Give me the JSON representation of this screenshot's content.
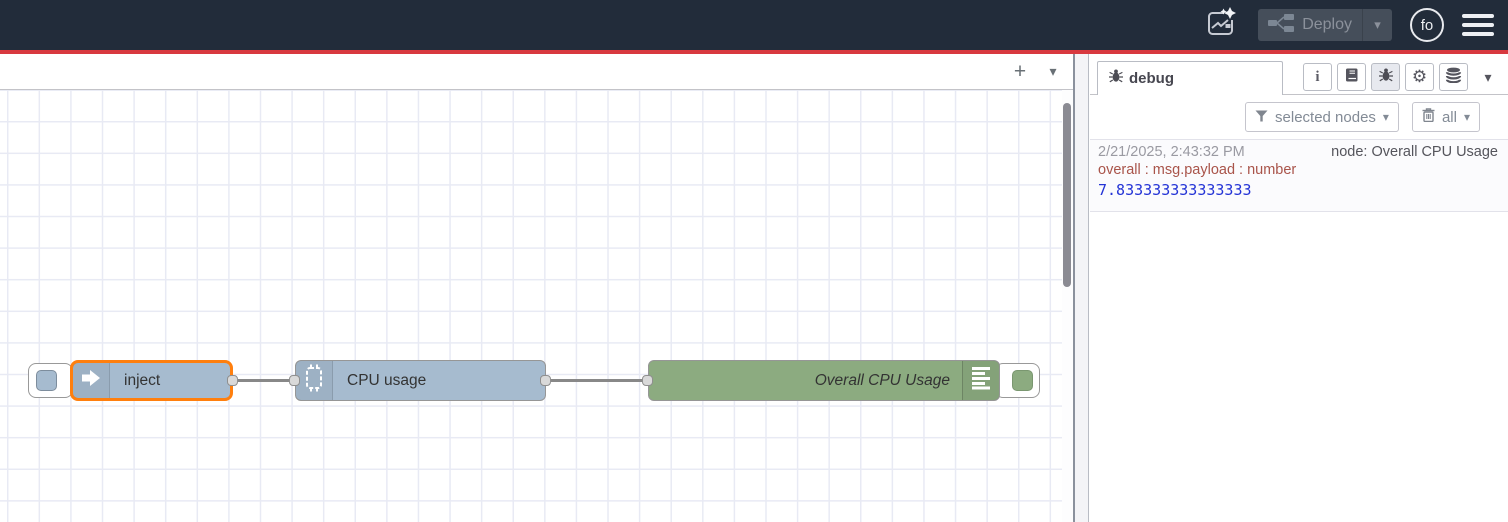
{
  "header": {
    "deploy": {
      "label": "Deploy"
    },
    "avatar": {
      "initials": "fo"
    },
    "colors": {
      "bar": "#222c3a",
      "accent": "#d8393f"
    }
  },
  "flow": {
    "nodes": [
      {
        "label": "inject",
        "type": "inject",
        "color": "#a6bbcf",
        "selected": true
      },
      {
        "label": "CPU usage",
        "type": "exec",
        "color": "#a6bbcf",
        "selected": false
      },
      {
        "label": "Overall CPU Usage",
        "type": "debug",
        "color": "#8cab80",
        "selected": false
      }
    ]
  },
  "sidebar": {
    "tab": {
      "label": "debug"
    },
    "toolbar": {
      "filter_label": "selected nodes",
      "clear_label": "all"
    },
    "debug_message": {
      "timestamp": "2/21/2025, 2:43:32 PM",
      "source": "node: Overall CPU Usage",
      "property": "overall : msg.payload : number",
      "value": "7.833333333333333"
    }
  }
}
